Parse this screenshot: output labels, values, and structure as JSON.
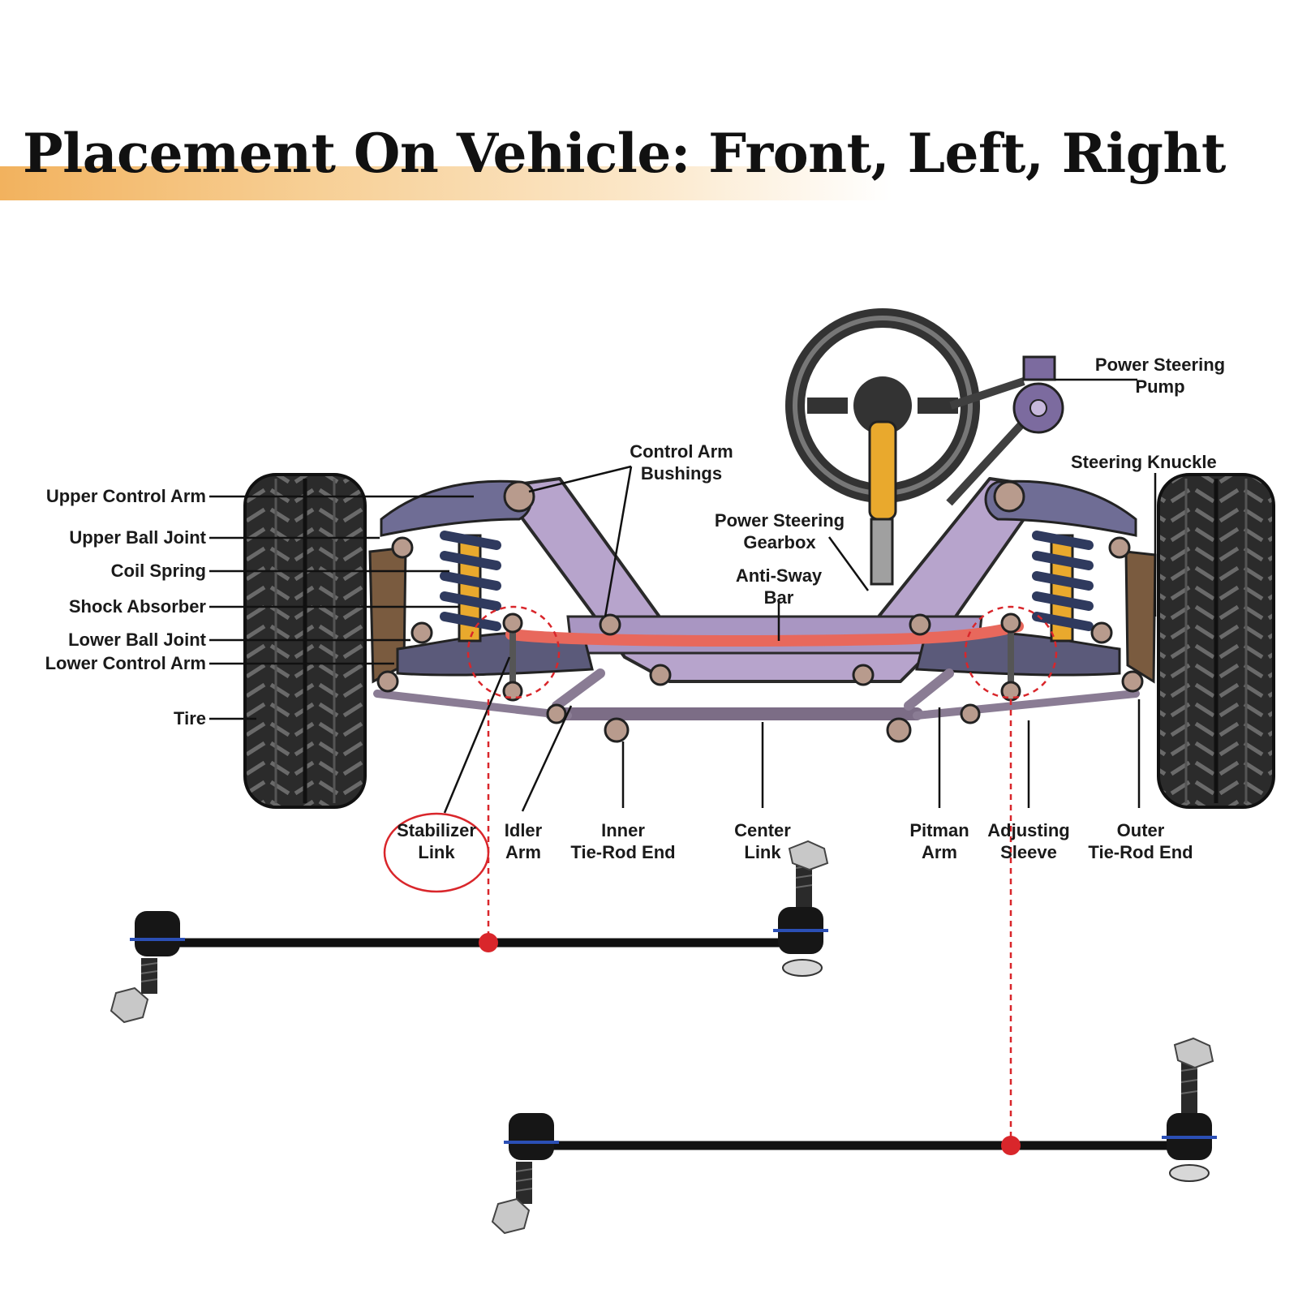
{
  "title": "Placement On Vehicle: Front, Left, Right",
  "labels": {
    "upper_control_arm": "Upper Control Arm",
    "upper_ball_joint": "Upper Ball Joint",
    "coil_spring": "Coil Spring",
    "shock_absorber": "Shock Absorber",
    "lower_ball_joint": "Lower Ball Joint",
    "lower_control_arm": "Lower Control Arm",
    "tire": "Tire",
    "control_arm_bushings": [
      "Control Arm",
      "Bushings"
    ],
    "power_steering_gearbox": [
      "Power Steering",
      "Gearbox"
    ],
    "anti_sway_bar": [
      "Anti-Sway",
      "Bar"
    ],
    "power_steering_pump": [
      "Power Steering",
      "Pump"
    ],
    "steering_knuckle": "Steering Knuckle",
    "stabilizer_link": [
      "Stabilizer",
      "Link"
    ],
    "idler_arm": [
      "Idler",
      "Arm"
    ],
    "inner_tie_rod_end": [
      "Inner",
      "Tie-Rod End"
    ],
    "center_link": [
      "Center",
      "Link"
    ],
    "pitman_arm": [
      "Pitman",
      "Arm"
    ],
    "adjusting_sleeve": [
      "Adjusting",
      "Sleeve"
    ],
    "outer_tie_rod_end": [
      "Outer",
      "Tie-Rod End"
    ]
  },
  "colors": {
    "title_band": "#f2b25e",
    "highlight_red": "#d9262b",
    "frame_lavender": "#b7a4cc",
    "anti_sway_bar": "#e8685c",
    "tire": "#2c2c2c",
    "spring": "#2f3a5e",
    "shock": "#e9a92d",
    "bushing_blue": "#2b4fb5"
  }
}
